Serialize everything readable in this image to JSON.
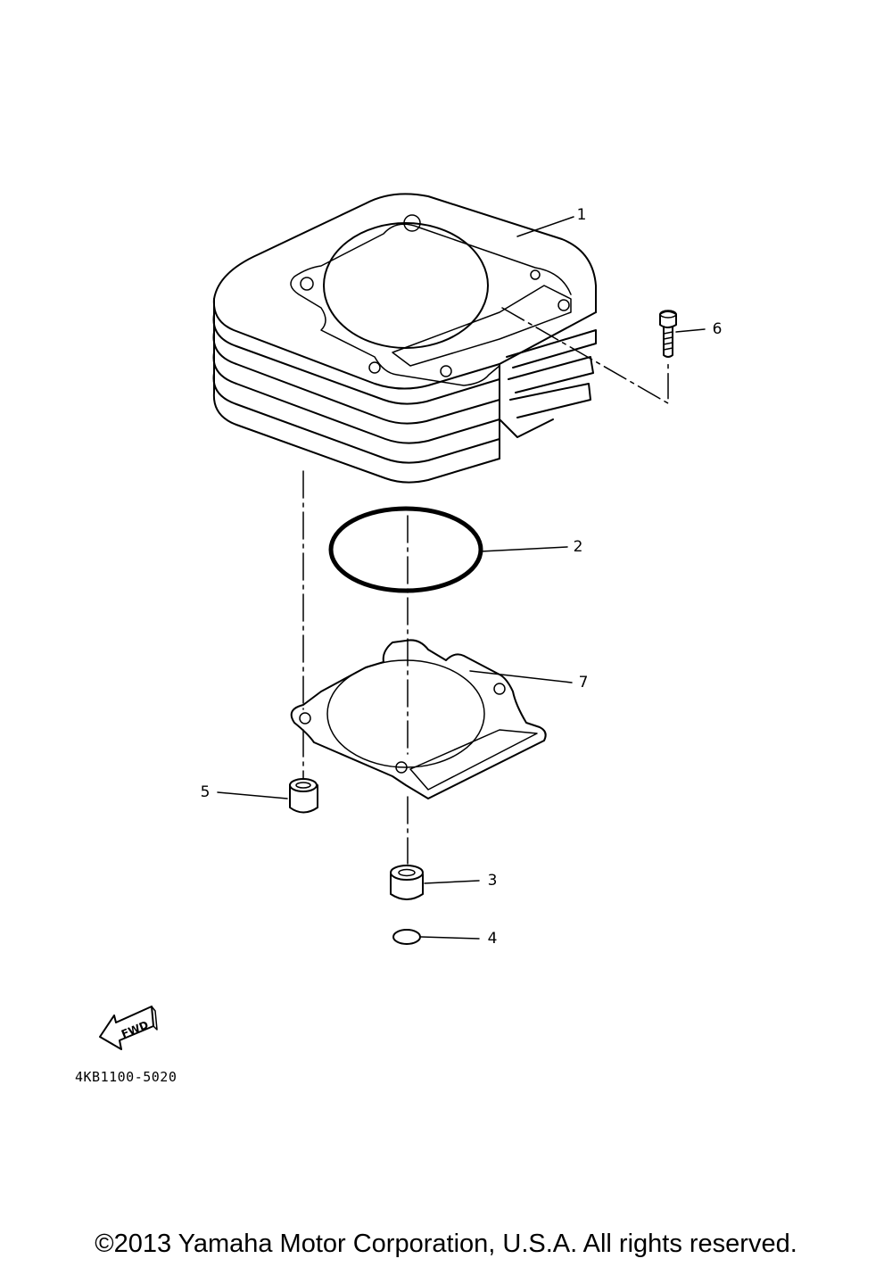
{
  "parts": [
    {
      "number": "1"
    },
    {
      "number": "2"
    },
    {
      "number": "3"
    },
    {
      "number": "4"
    },
    {
      "number": "5"
    },
    {
      "number": "6"
    },
    {
      "number": "7"
    }
  ],
  "fwd_label": "FWD",
  "diagram_code": "4KB1100-5020",
  "copyright": "©2013 Yamaha Motor Corporation, U.S.A. All rights reserved."
}
